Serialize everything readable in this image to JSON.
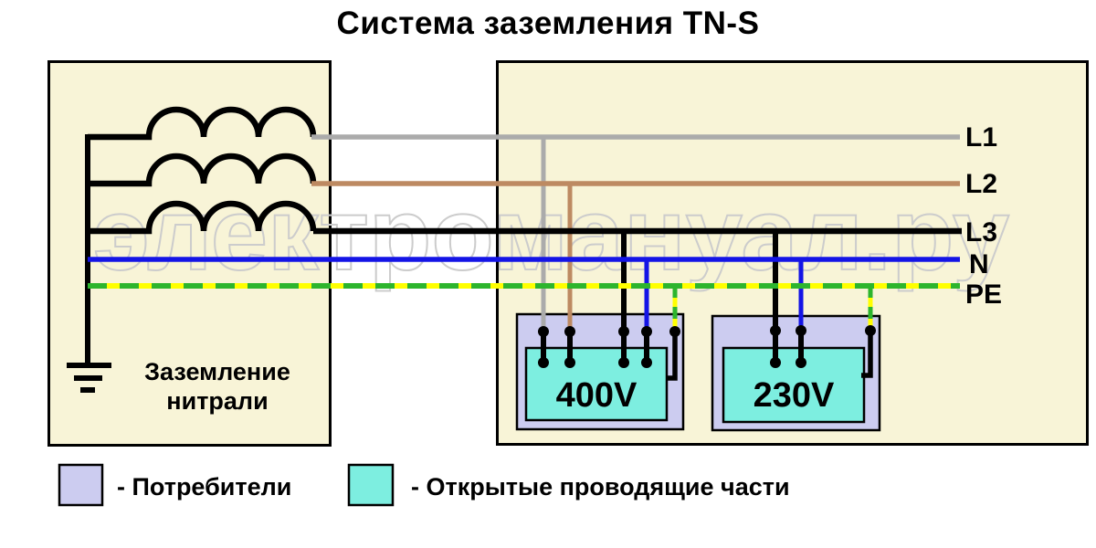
{
  "title": "Система заземления TN-S",
  "watermark": "электромануал.ру",
  "colors": {
    "page_bg": "#ffffff",
    "panel_bg": "#f8f4d7",
    "outline_black": "#000000",
    "watermark_gray": "#cccccc",
    "consumer_fill": "#ccccf0",
    "exposed_fill": "#7deee0"
  },
  "source_panel": {
    "ground_label": "Заземление нитрали"
  },
  "lines": [
    {
      "label": "L1",
      "color": "#ababab"
    },
    {
      "label": "L2",
      "color": "#bd8a62"
    },
    {
      "label": "L3",
      "color": "#000000"
    },
    {
      "label": "N",
      "color": "#1414e6"
    },
    {
      "label": "PE",
      "base_color": "#ffff00",
      "dash_color": "#2db52d"
    }
  ],
  "consumers": [
    {
      "voltage": "400V"
    },
    {
      "voltage": "230V"
    }
  ],
  "legend": [
    {
      "label": "- Потребители",
      "swatch_color": "#ccccf0"
    },
    {
      "label": "- Открытые проводящие части",
      "swatch_color": "#7deee0"
    }
  ]
}
